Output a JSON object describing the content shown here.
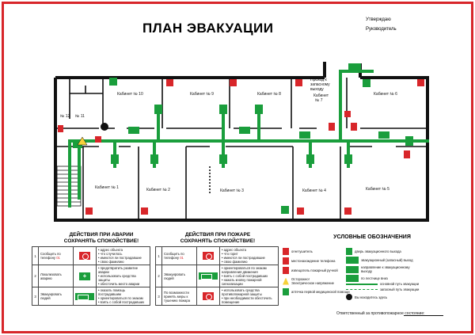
{
  "header": {
    "title": "ПЛАН ЭВАКУАЦИИ",
    "approve_line1": "Утверждаю",
    "approve_line2": "Руководитель"
  },
  "rooms": {
    "r10": "Кабинет № 10",
    "r9": "Кабинет № 9",
    "r8": "Кабинет № 8",
    "r7_line1": "Проход к",
    "r7_line2": "запасному",
    "r7_line3": "выходу",
    "r7_line4": "Кабинет",
    "r7_line5": "№ 7",
    "r6": "Кабинет № 6",
    "r12": "№ 12",
    "r11": "№ 11",
    "r1": "Кабинет № 1",
    "r2": "Кабинет № 2",
    "r3": "Кабинет № 3",
    "r4": "Кабинет № 4",
    "r5": "Кабинет № 5"
  },
  "accident": {
    "title_line1": "ДЕЙСТВИЯ ПРИ АВАРИИ",
    "title_line2": "СОХРАНЯТЬ СПОКОЙСТВИЕ!",
    "rows": [
      {
        "num": "1",
        "action_a": "Сообщить по",
        "action_b": "телефону",
        "phone": "01",
        "items": [
          "адрес объекта",
          "что случилось",
          "имеются ли пострадавшие",
          "свою фамилию"
        ]
      },
      {
        "num": "2",
        "action_a": "Локализовать",
        "action_b": "аварию",
        "phone": "",
        "items": [
          "предотвратить развитие аварии",
          "использовать средства защиты",
          "обесточить место аварии"
        ]
      },
      {
        "num": "3",
        "action_a": "Эвакуировать",
        "action_b": "людей",
        "phone": "",
        "items": [
          "оказать помощь пострадавшим",
          "ориентироваться по знакам",
          "взять с собой пострадавших"
        ]
      }
    ]
  },
  "fire": {
    "title_line1": "ДЕЙСТВИЯ ПРИ ПОЖАРЕ",
    "title_line2": "СОХРАНЯТЬ СПОКОЙСТВИЕ!",
    "rows": [
      {
        "num": "1",
        "action_a": "Сообщить по",
        "action_b": "телефону",
        "phone": "01",
        "items": [
          "адрес объекта",
          "что горит",
          "имеются ли пострадавшие",
          "свою фамилию"
        ]
      },
      {
        "num": "2",
        "action_a": "Эвакуировать",
        "action_b": "людей",
        "phone": "",
        "items": [
          "ориентироваться по знакам направления движения",
          "взять с собой пострадавших",
          "нажать кнопку пожарной сигнализации"
        ]
      },
      {
        "num": "3",
        "action_a": "По возможности",
        "action_b": "принять меры к тушению пожара",
        "phone": "",
        "items": [
          "использовать средства противопожарной защиты",
          "при необходимости обесточить помещение"
        ]
      }
    ]
  },
  "legend": {
    "title": "УСЛОВНЫЕ ОБОЗНАЧЕНИЯ",
    "items": {
      "extinguisher": "огнетушитель",
      "phone_location": "местонахождение телефона",
      "fire_alarm": "извещатель пожарный ручной",
      "electric_voltage_1": "Осторожно!",
      "electric_voltage_2": "Электрическое напряжение",
      "first_aid": "аптечка первой медицинской помощи",
      "evac_door": "дверь эвакуационного выхода",
      "emergency_exit": "эвакуационный (запасный) выход",
      "direction_1": "направление к эвакуационному",
      "direction_2": "выходу",
      "stairs_down": "по лестнице вниз",
      "main_path": "основной путь эвакуации",
      "backup_path": "запасный путь эвакуации",
      "you_are_here": "Вы находитесь здесь"
    }
  },
  "footer": {
    "responsible": "Ответственный за противопожарное состояние:"
  },
  "colors": {
    "frame": "#d8262a",
    "green": "#1a9e3c",
    "wall": "#111111"
  }
}
